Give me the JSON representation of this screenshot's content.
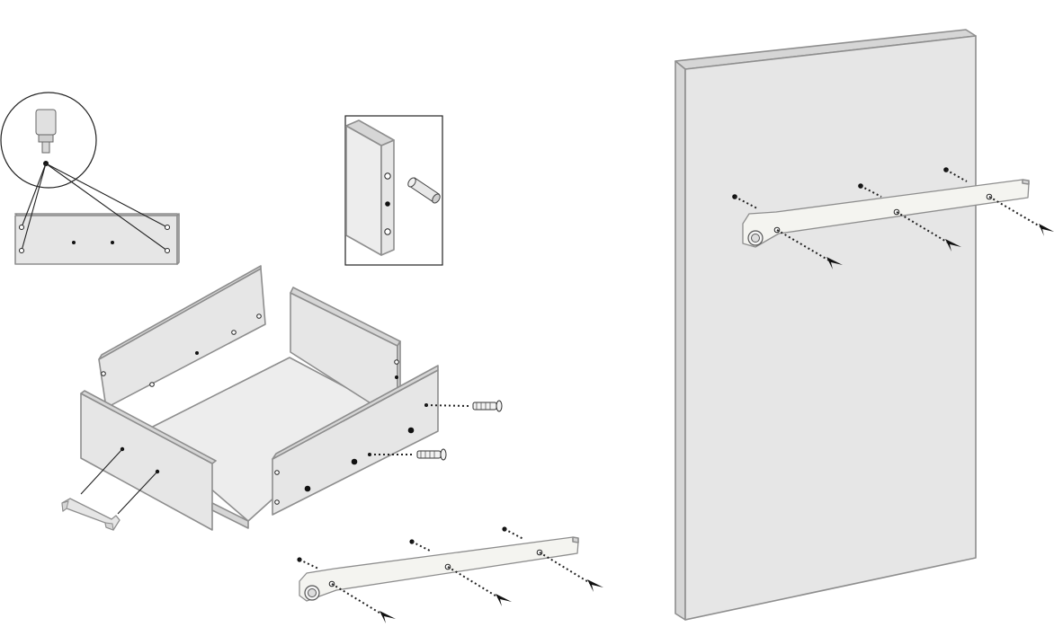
{
  "figure": {
    "type": "assembly-instructions",
    "steps": [
      "glue-dowel-holes",
      "insert-dowels",
      "assemble-drawer-box",
      "attach-drawer-slide-to-drawer",
      "attach-drawer-slide-to-cabinet-side"
    ],
    "colors": {
      "panel_fill": "#e6e6e6",
      "panel_stroke": "#8e8e8e",
      "rail_fill": "#f4f4f0",
      "ink": "#222222"
    }
  }
}
